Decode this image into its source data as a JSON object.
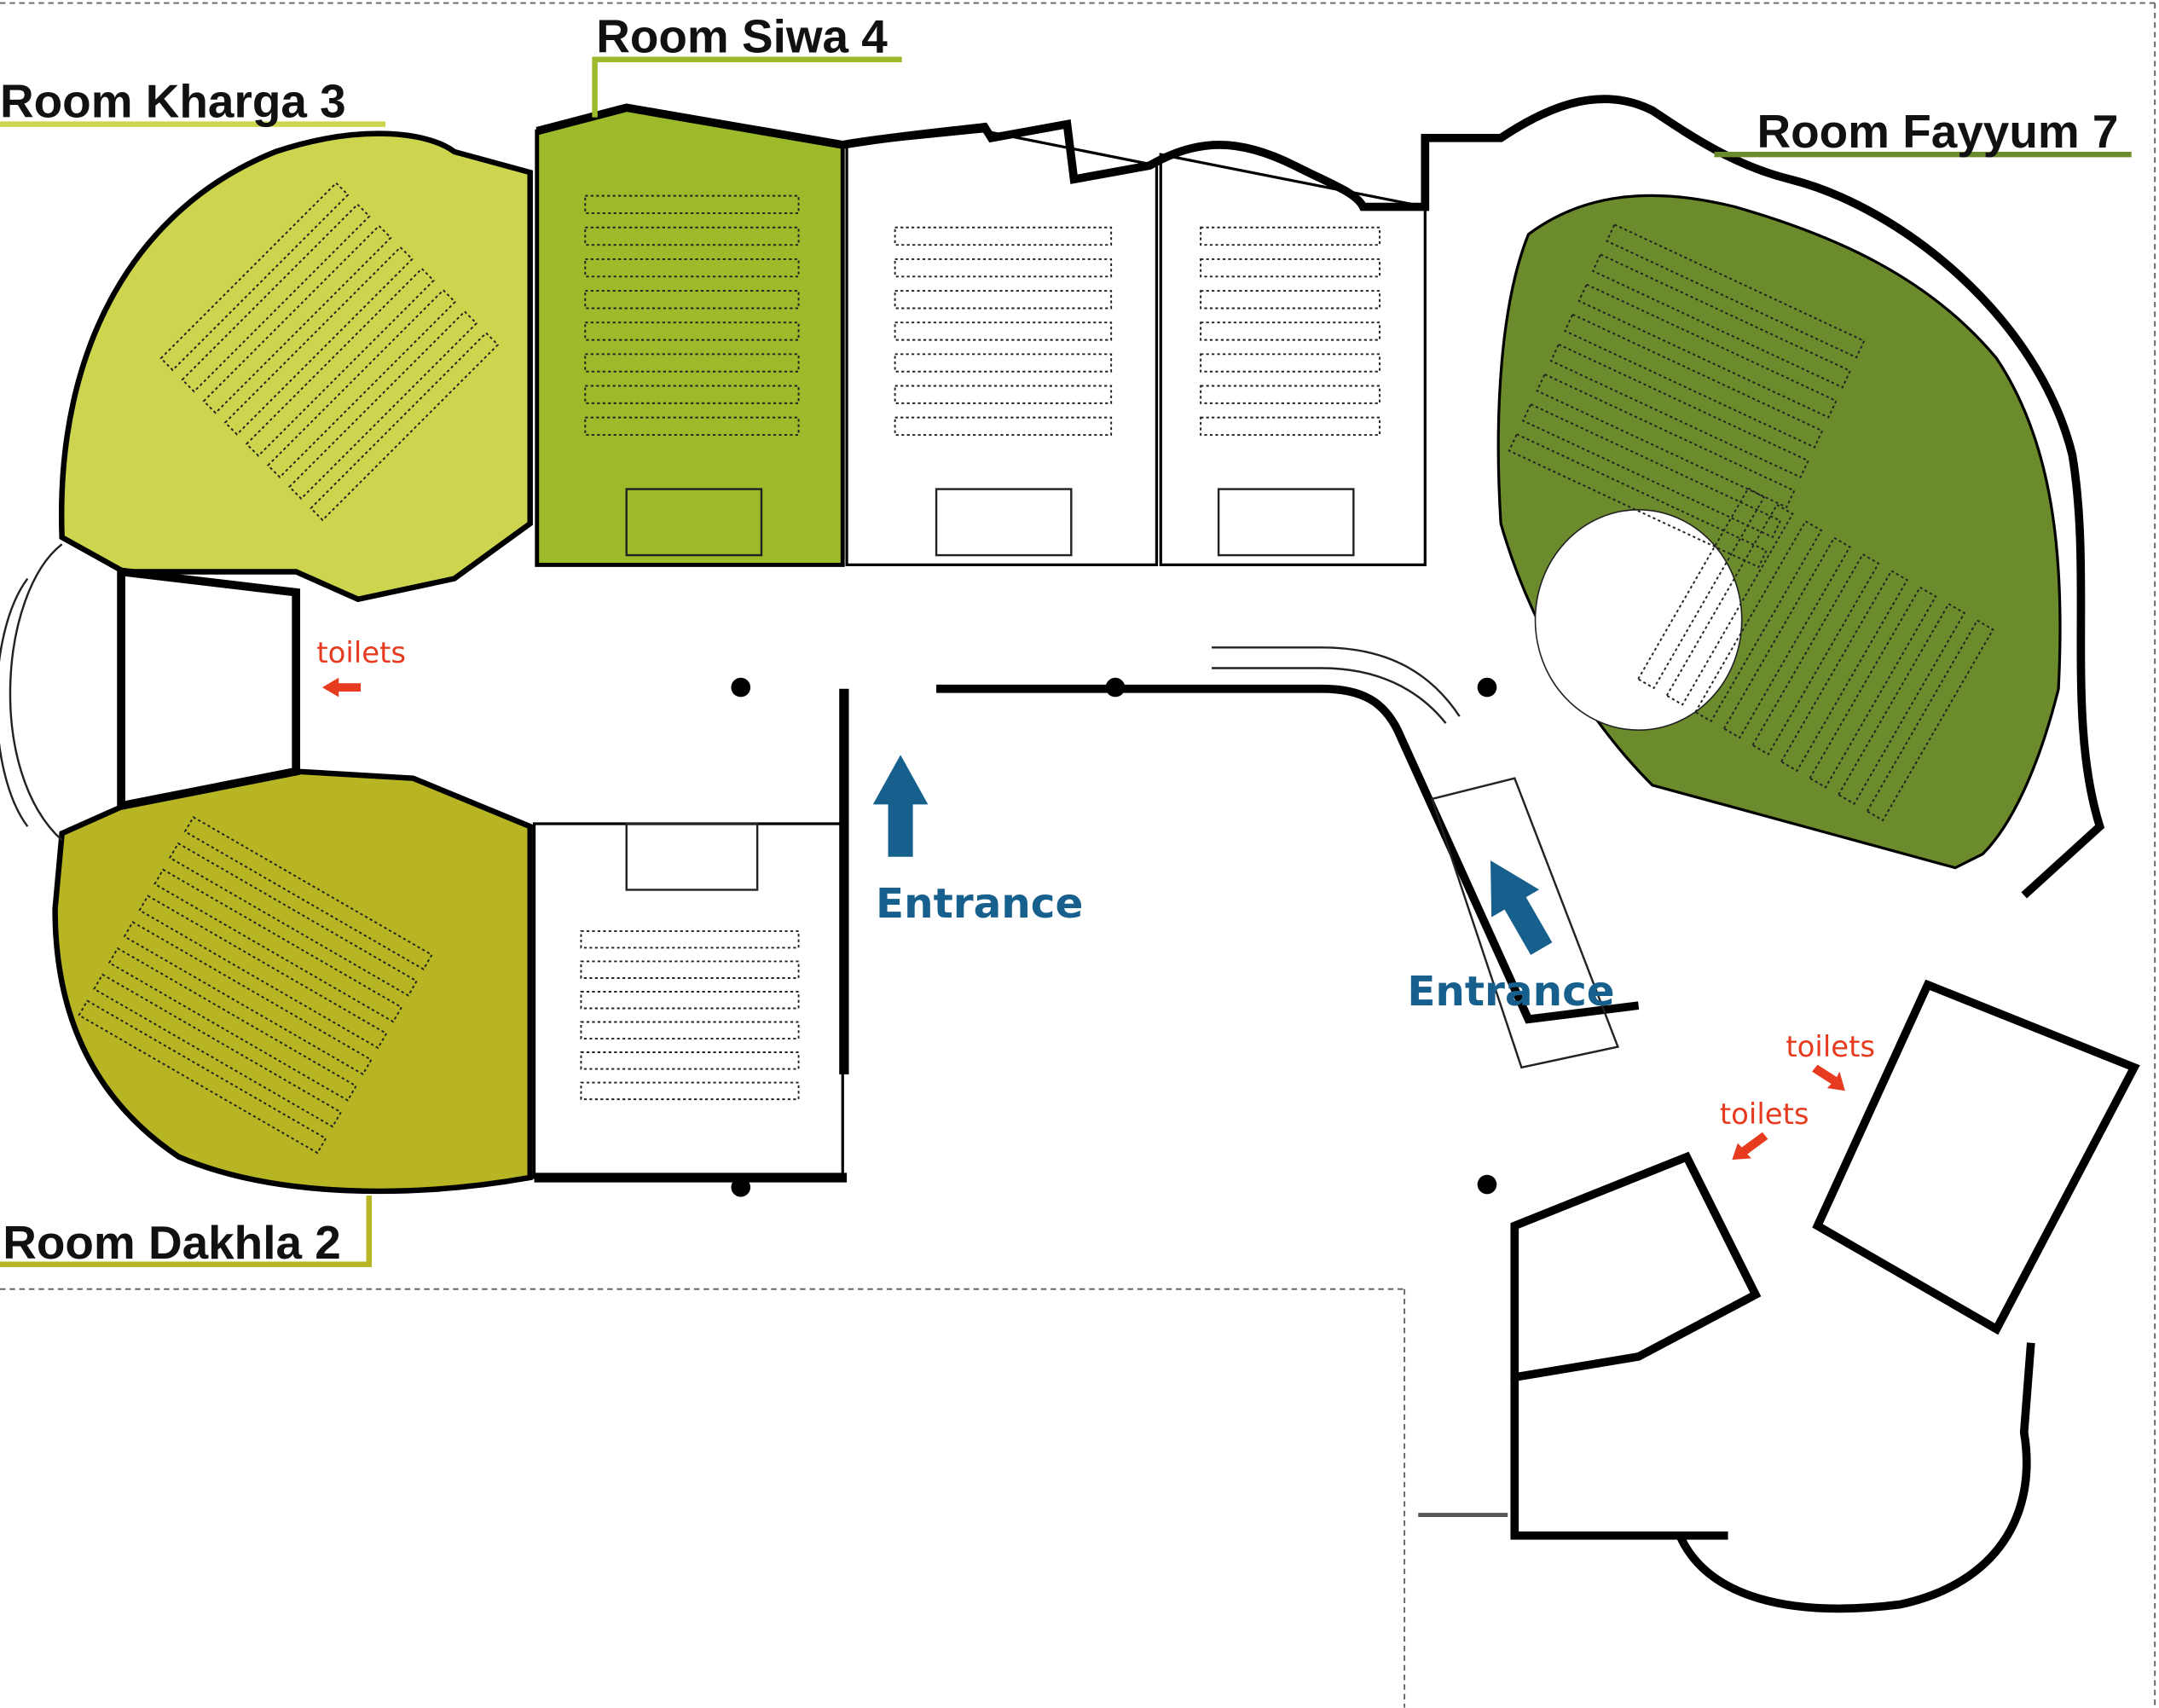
{
  "rooms": {
    "kharga": {
      "label": "Room Kharga 3",
      "color": "#cdd54f"
    },
    "siwa": {
      "label": "Room Siwa 4",
      "color": "#9dba2b"
    },
    "fayyum": {
      "label": "Room Fayyum 7",
      "color": "#6b8b2c"
    },
    "dakhla": {
      "label": "Room Dakhla 2",
      "color": "#b7b523"
    }
  },
  "entrances": [
    {
      "label": "Entrance"
    },
    {
      "label": "Entrance"
    }
  ],
  "toilets": [
    {
      "label": "toilets"
    },
    {
      "label": "toilets"
    },
    {
      "label": "toilets"
    }
  ],
  "colors": {
    "entrance": "#17608e",
    "toilets": "#e63b1f",
    "leader_line": "#9dba2b",
    "fayyum_line": "#6b8b2c"
  }
}
